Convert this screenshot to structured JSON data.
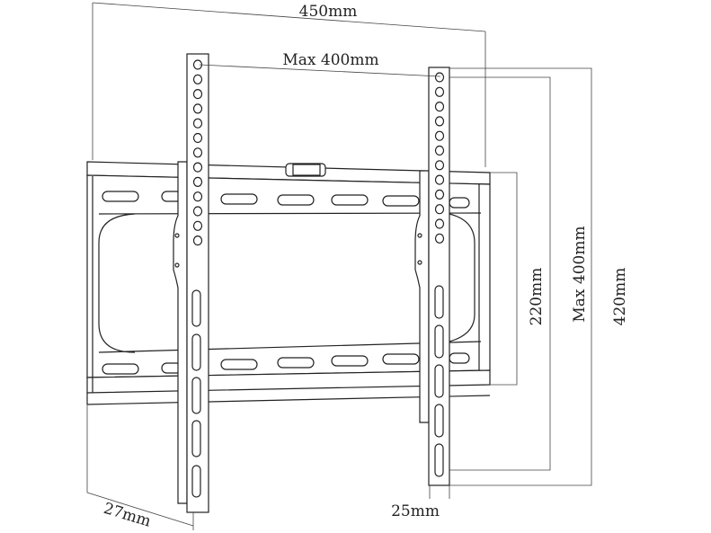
{
  "title": "TV wall mount dimension drawing",
  "dimensions": {
    "overall_width": "450mm",
    "max_vesa_horizontal": "Max 400mm",
    "plate_height": "220mm",
    "max_vesa_vertical": "Max 400mm",
    "overall_height": "420mm",
    "depth": "27mm",
    "strip_width": "25mm"
  }
}
